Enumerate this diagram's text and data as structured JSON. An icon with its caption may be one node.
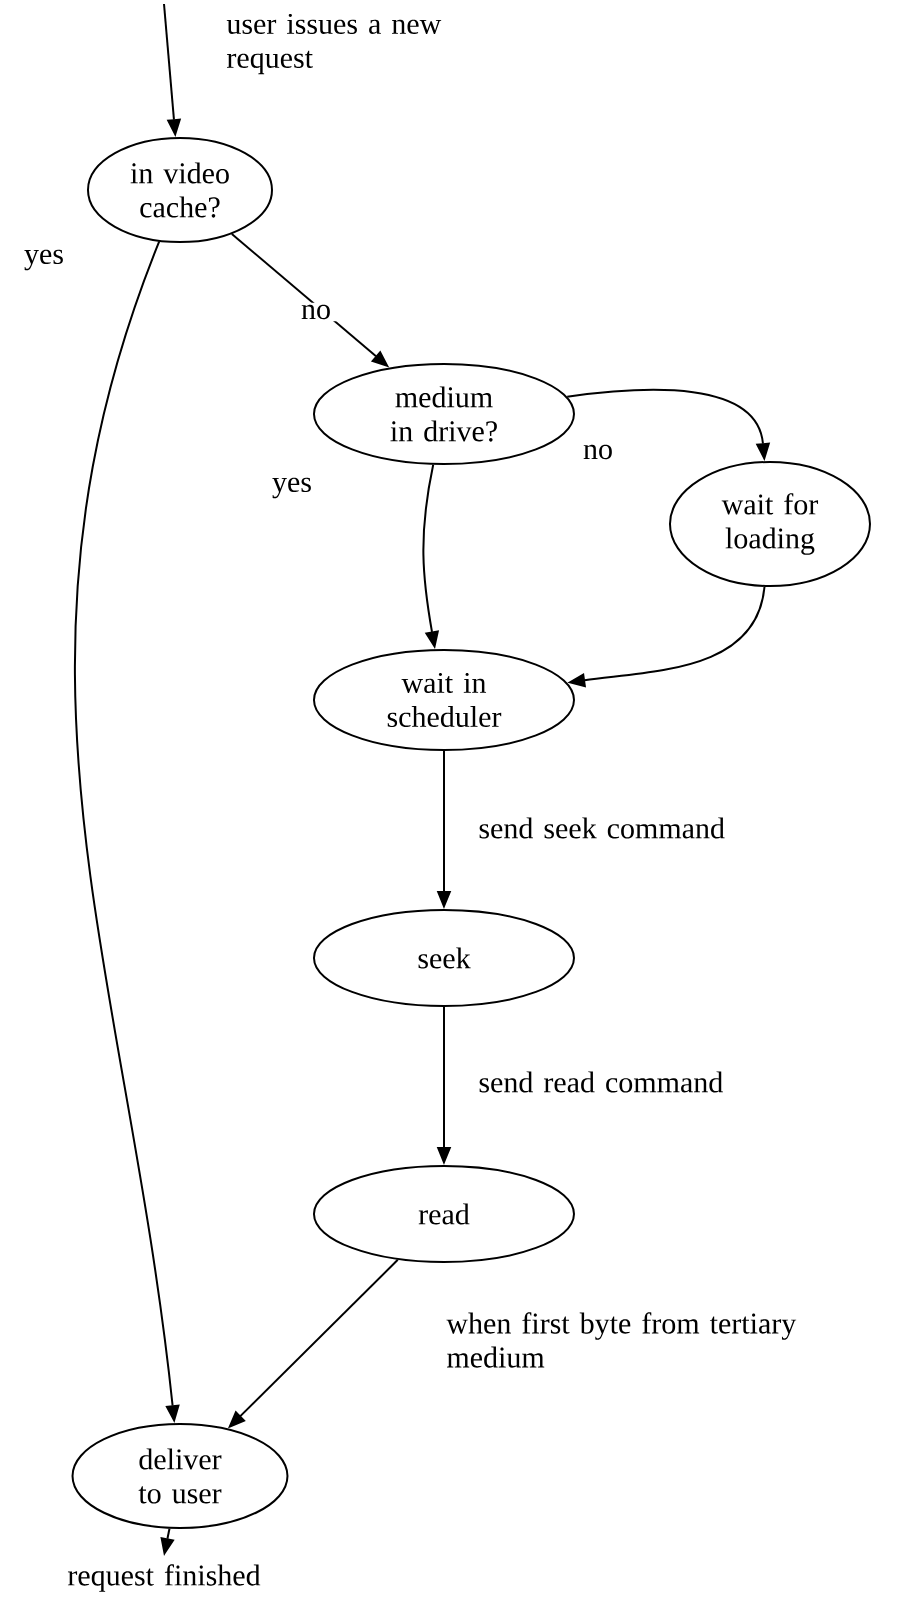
{
  "diagram": {
    "nodes": [
      {
        "text": [
          "in video cache?"
        ]
      },
      {
        "text": [
          "medium in drive?"
        ]
      },
      {
        "text": [
          "wait for loading"
        ]
      },
      {
        "text": [
          "wait in scheduler"
        ]
      },
      {
        "text": [
          "seek"
        ]
      },
      {
        "text": [
          "read"
        ]
      },
      {
        "text": [
          "deliver to user"
        ]
      }
    ],
    "edges": [
      {
        "from": null,
        "to": 0,
        "arrow": "to",
        "label": "user issues a new request"
      },
      {
        "from": 0,
        "to": 6,
        "arrow": "to",
        "label": "yes"
      },
      {
        "from": 0,
        "to": 1,
        "arrow": "to",
        "label": "no"
      },
      {
        "from": 1,
        "to": 3,
        "arrow": "to",
        "label": "yes"
      },
      {
        "from": 1,
        "to": 2,
        "arrow": "to",
        "label": "no"
      },
      {
        "from": 2,
        "to": 3,
        "arrow": "to"
      },
      {
        "from": 3,
        "to": 4,
        "arrow": "to",
        "label": "send seek command"
      },
      {
        "from": 4,
        "to": 5,
        "arrow": "to",
        "label": "send read command"
      },
      {
        "from": 5,
        "to": 6,
        "arrow": "to",
        "label": "when first byte from tertiary medium"
      },
      {
        "from": 6,
        "to": null,
        "arrow": "to",
        "label": "request finished"
      }
    ]
  }
}
